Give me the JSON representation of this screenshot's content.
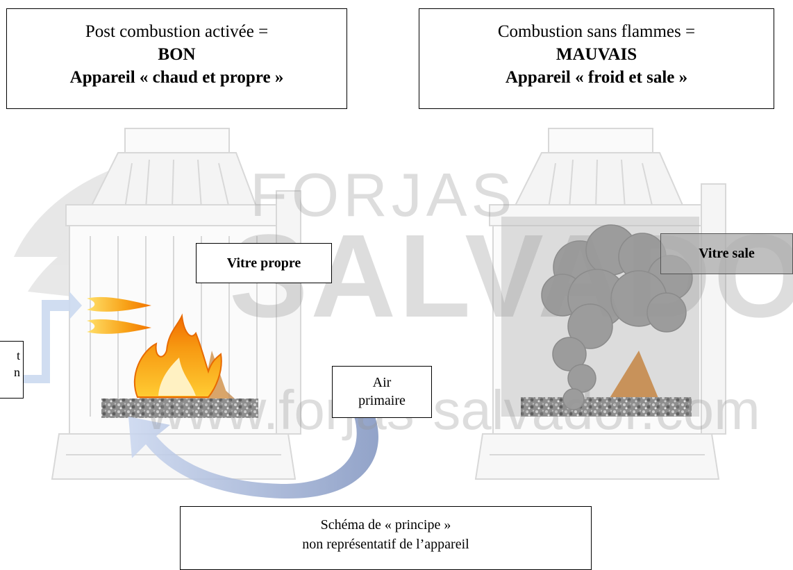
{
  "boxes": {
    "left_title": {
      "line1": "Post combustion activée =",
      "line2": "BON",
      "line3": "Appareil « chaud et propre »"
    },
    "right_title": {
      "line1": "Combustion sans flammes =",
      "line2": "MAUVAIS",
      "line3": "Appareil « froid et sale »"
    }
  },
  "labels": {
    "clean_glass": "Vitre propre",
    "dirty_glass": "Vitre sale",
    "air_primary_line1": "Air",
    "air_primary_line2": "primaire",
    "secondary_line1": "t",
    "secondary_line2": "n"
  },
  "caption": {
    "line1": "Schéma de « principe »",
    "line2": "non représentatif de l’appareil"
  },
  "watermark": {
    "line1": "FORJAS",
    "line2": "SALVADOR",
    "url": "www.forjas-salvador.com"
  },
  "colors": {
    "flame_outer": "#f59a0e",
    "flame_inner": "#ffd23a",
    "smoke": "#9c9c9c",
    "wood": "#c8925a",
    "air_arrow": "#7a8fbf"
  }
}
